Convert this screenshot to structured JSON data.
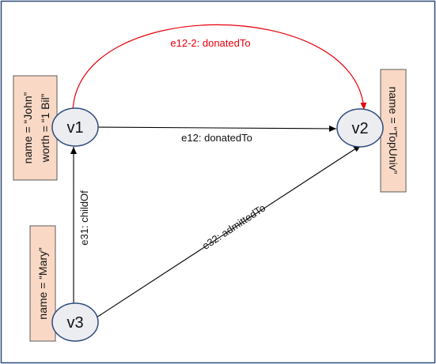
{
  "diagram": {
    "nodes": {
      "v1": {
        "label": "v1",
        "properties": [
          "name = “John”",
          "worth = “1 Bil”"
        ]
      },
      "v2": {
        "label": "v2",
        "properties": [
          "name = “TopUniv”"
        ]
      },
      "v3": {
        "label": "v3",
        "properties": [
          "name = “Mary”"
        ]
      }
    },
    "edges": {
      "e12_2": {
        "label": "e12-2: donatedTo",
        "from": "v1",
        "to": "v2",
        "color": "#e8000b"
      },
      "e12": {
        "label": "e12: donatedTo",
        "from": "v1",
        "to": "v2",
        "color": "#000000"
      },
      "e31": {
        "label": "e31: childOf",
        "from": "v3",
        "to": "v1",
        "color": "#000000"
      },
      "e32": {
        "label": "e32: admittedTo",
        "from": "v3",
        "to": "v2",
        "color": "#000000"
      }
    },
    "colors": {
      "node_fill": "#ecedf1",
      "node_stroke": "#2f4b7c",
      "property_fill": "#f9d9c6",
      "property_stroke": "#5b5b5b",
      "frame_stroke": "#2f4b7c"
    }
  }
}
